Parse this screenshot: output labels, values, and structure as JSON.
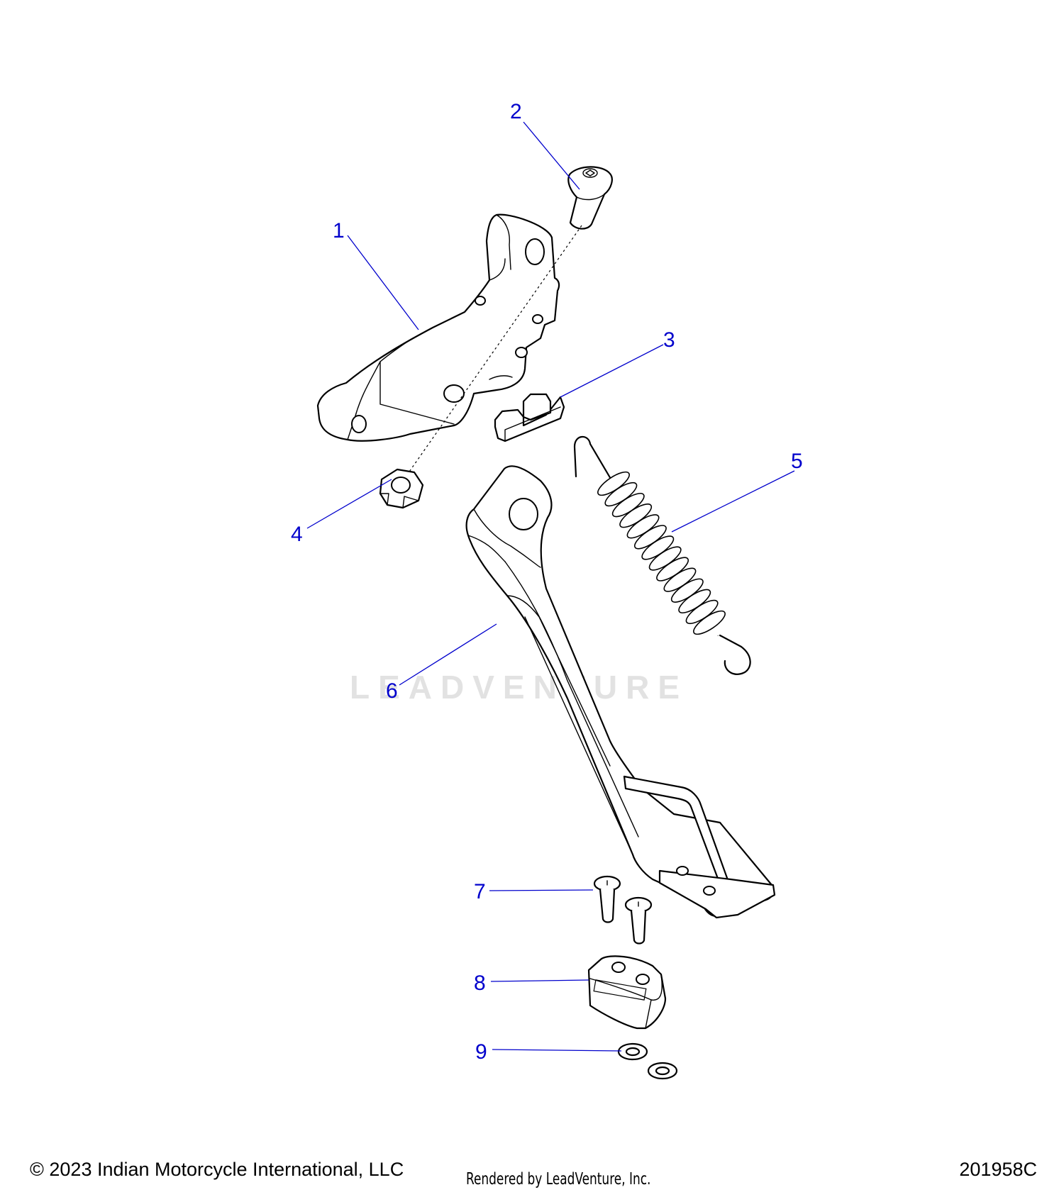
{
  "diagram": {
    "watermark": "LEADVENTURE",
    "callouts": [
      {
        "id": "1",
        "label": "1"
      },
      {
        "id": "2",
        "label": "2"
      },
      {
        "id": "3",
        "label": "3"
      },
      {
        "id": "4",
        "label": "4"
      },
      {
        "id": "5",
        "label": "5"
      },
      {
        "id": "6",
        "label": "6"
      },
      {
        "id": "7",
        "label": "7"
      },
      {
        "id": "8",
        "label": "8"
      },
      {
        "id": "9",
        "label": "9"
      }
    ]
  },
  "footer": {
    "copyright": "© 2023 Indian Motorcycle International, LLC",
    "rendered_by": "Rendered by LeadVenture, Inc.",
    "document_number": "201958C"
  },
  "colors": {
    "callout": "#0000cc",
    "line": "#000000",
    "watermark": "#e2e2e2"
  }
}
